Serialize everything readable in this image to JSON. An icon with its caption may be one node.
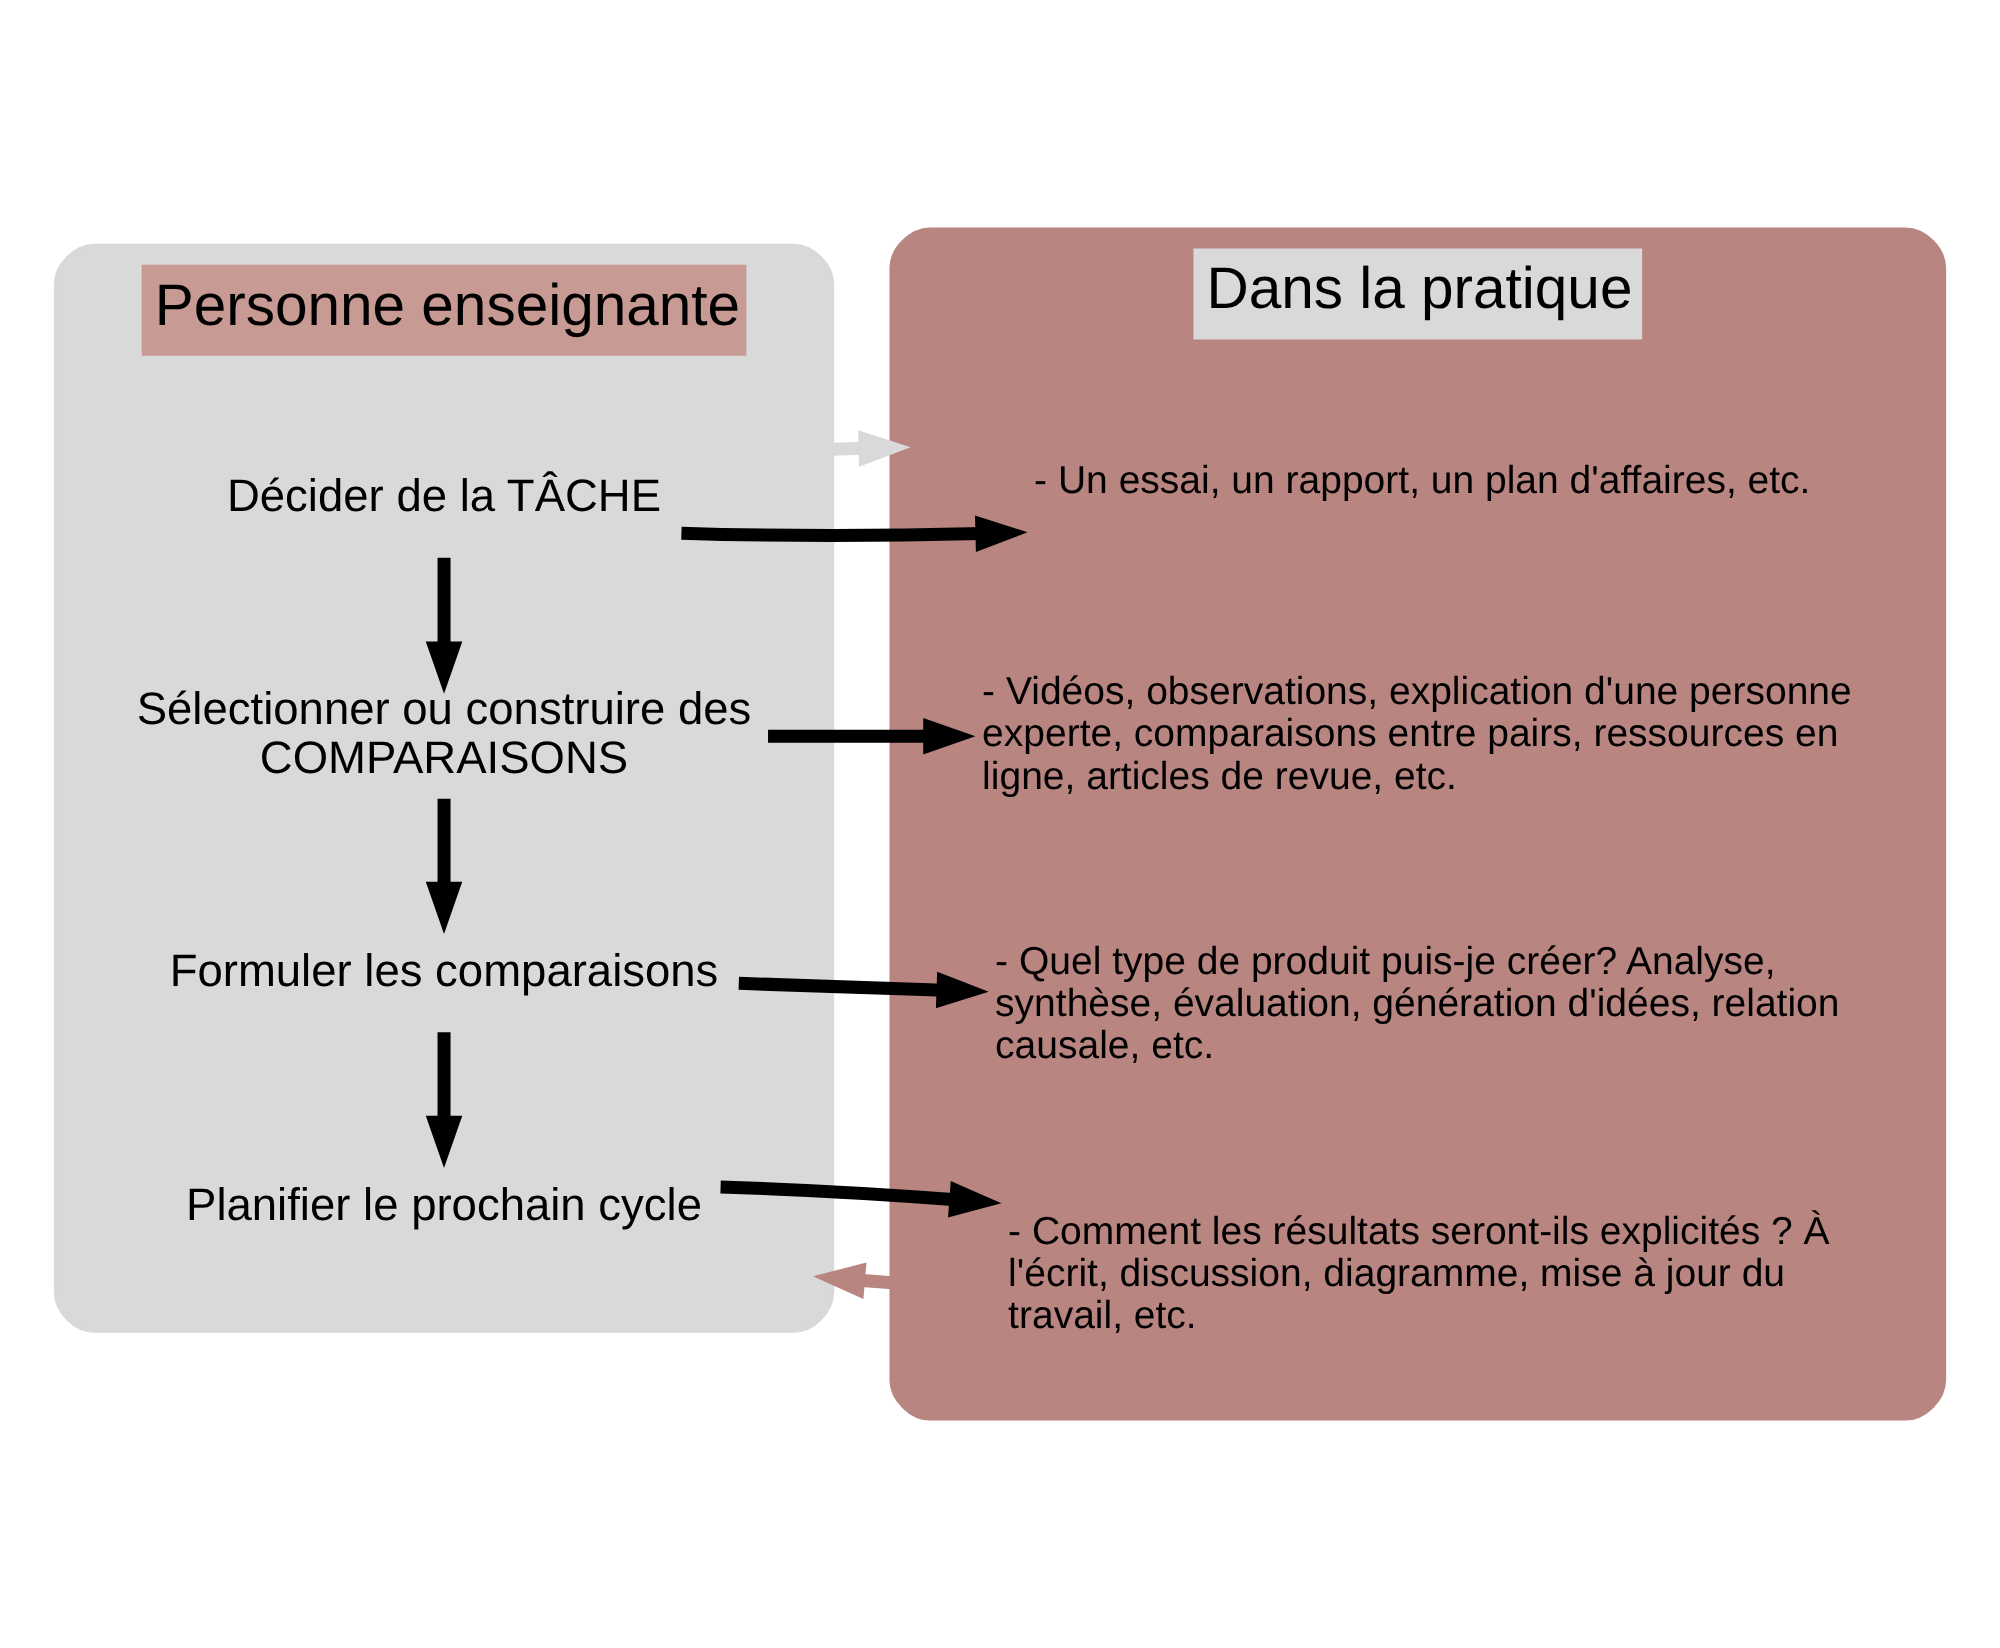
{
  "diagram": {
    "nodes": [
      {
        "text": [
          "Personne enseignante"
        ]
      },
      {
        "text": [
          "Décider de la TÂCHE"
        ],
        "in": 0
      },
      {
        "text": [
          "Sélectionner ou construire des COMPARAISONS"
        ],
        "in": 0
      },
      {
        "text": [
          "Formuler les comparaisons"
        ],
        "in": 0
      },
      {
        "text": [
          "Planifier le prochain cycle"
        ],
        "in": 0
      },
      {
        "text": [
          "Dans la pratique"
        ]
      },
      {
        "text": [
          "- Un essai, un rapport, un plan d'affaires, etc."
        ],
        "in": 5
      },
      {
        "text": [
          "- Vidéos, observations, explication d'une personne experte, comparaisons entre pairs, ressources en ligne, articles de revue, etc."
        ],
        "in": 5
      },
      {
        "text": [
          "- Quel type de produit puis-je créer? Analyse, synthèse, évaluation, génération d'idées, relation causale, etc."
        ],
        "in": 5
      },
      {
        "text": [
          "- Comment les résultats seront-ils explicités ? À l'écrit, discussion, diagramme, mise à jour du travail, etc."
        ],
        "in": 5
      }
    ],
    "edges": [
      {
        "from": 1,
        "to": 2,
        "arrow": "to"
      },
      {
        "from": 2,
        "to": 3,
        "arrow": "to"
      },
      {
        "from": 3,
        "to": 4,
        "arrow": "to"
      },
      {
        "from": 1,
        "to": 6,
        "arrow": "to"
      },
      {
        "from": 2,
        "to": 7,
        "arrow": "to"
      },
      {
        "from": 3,
        "to": 8,
        "arrow": "to"
      },
      {
        "from": 4,
        "to": 9,
        "arrow": "to"
      },
      {
        "from": 0,
        "to": 5,
        "arrow": "to",
        "color": "#d9d9d9"
      },
      {
        "from": 5,
        "to": 0,
        "arrow": "to",
        "color": "#b98580"
      }
    ]
  }
}
